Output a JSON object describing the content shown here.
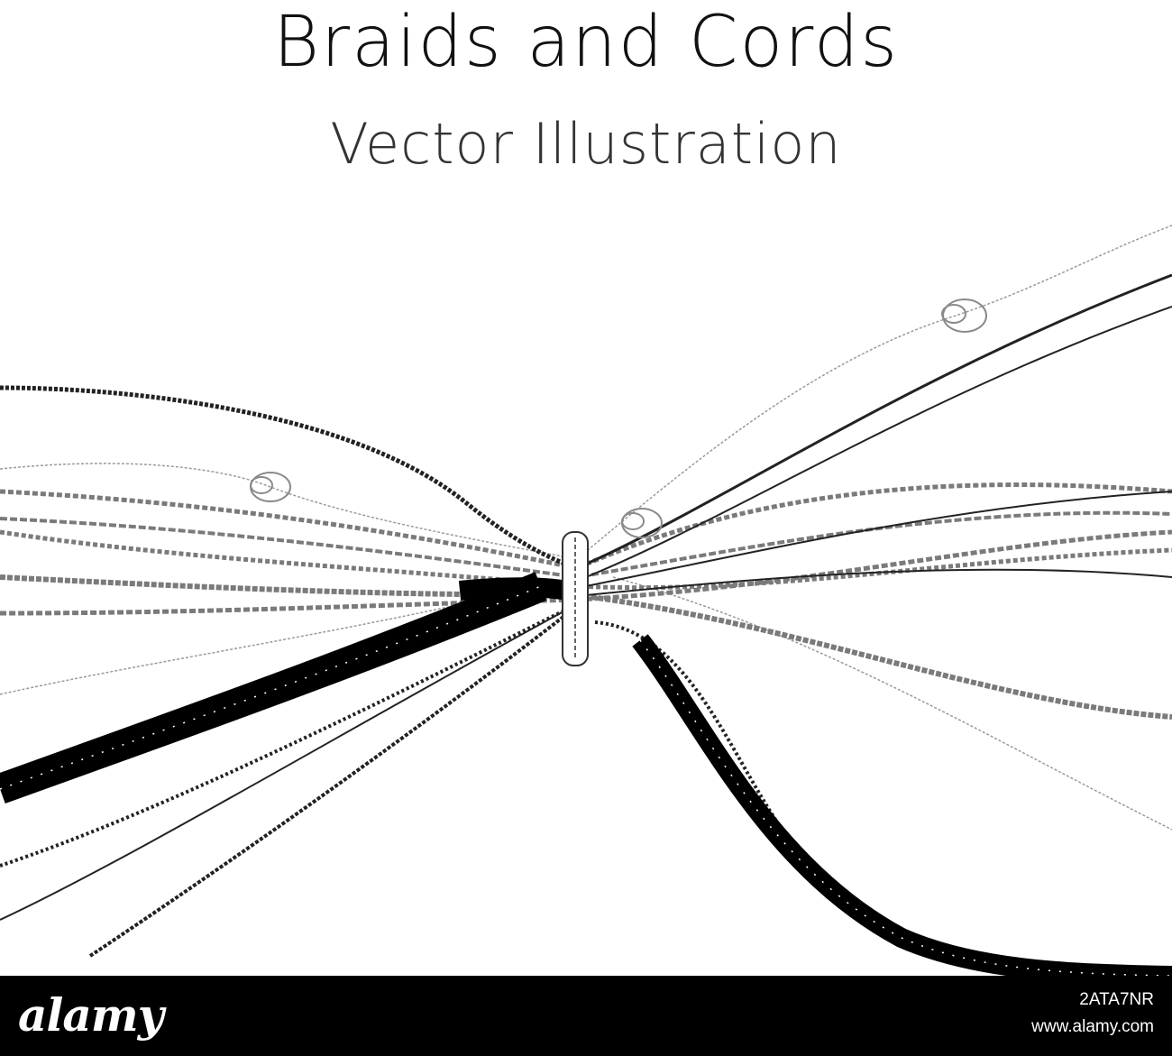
{
  "heading": {
    "title": "Braids and Cords",
    "subtitle": "Vector Illustration"
  },
  "footer": {
    "logo": "alamy",
    "image_id": "2ATA7NR",
    "url": "www.alamy.com"
  },
  "colors": {
    "ink": "#111111",
    "subtitle": "#333333",
    "footer_bg": "#000000",
    "footer_text": "#ffffff"
  }
}
